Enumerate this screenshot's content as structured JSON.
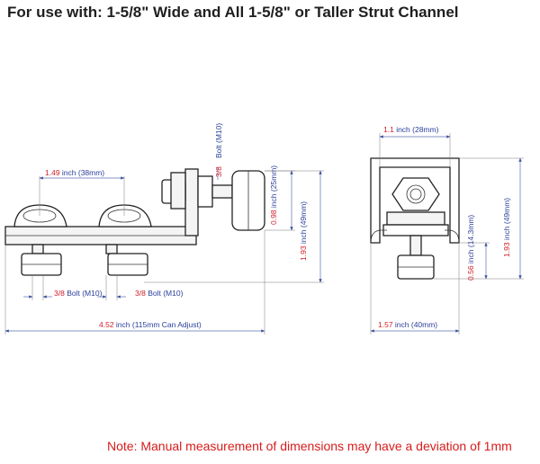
{
  "header": {
    "title": "For use with:  1-5/8\" Wide and All 1-5/8\" or Taller Strut Channel"
  },
  "footer": {
    "note": "Note: Manual measurement of dimensions may have a deviation of 1mm"
  },
  "side_view": {
    "width_spacing": {
      "value": "1.49",
      "unit": " inch (38mm)"
    },
    "top_bolt": {
      "value": "3/8",
      "unit": " Bolt (M10)"
    },
    "wheel_height": {
      "value": "0.98",
      "unit": " inch (25mm)"
    },
    "total_height": {
      "value": "1.93",
      "unit": " inch (49mm)"
    },
    "bolt_left": {
      "value": "3/8",
      "unit": " Bolt (M10)"
    },
    "bolt_right": {
      "value": "3/8",
      "unit": " Bolt (M10)"
    },
    "overall_length": {
      "value": "4.52",
      "unit": " inch (115mm Can Adjust)"
    }
  },
  "end_view": {
    "top_width": {
      "value": "1.1",
      "unit": " inch (28mm)"
    },
    "total_height": {
      "value": "1.93",
      "unit": " inch (49mm)"
    },
    "bottom_height": {
      "value": "0.56",
      "unit": " inch (14.3mm)"
    },
    "bottom_width": {
      "value": "1.57",
      "unit": " inch (40mm)"
    }
  }
}
